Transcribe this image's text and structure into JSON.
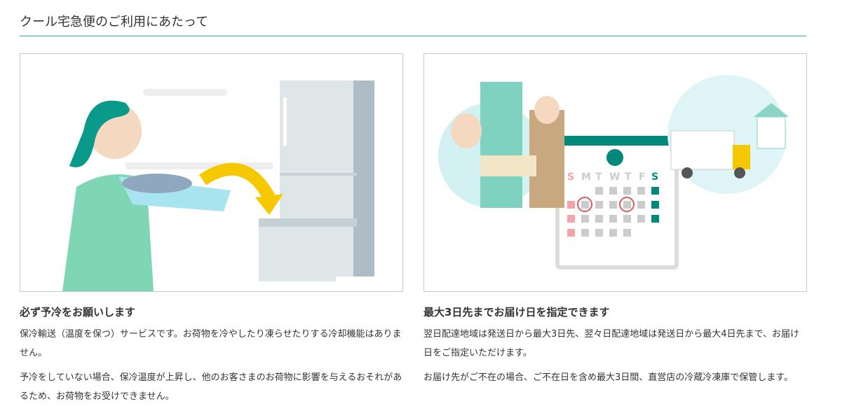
{
  "title": "クール宅急便のご利用にあたって",
  "colors": {
    "accent": "#1fb5a3",
    "teal": "#00897b",
    "text": "#333333"
  },
  "cards": [
    {
      "heading": "必ず予冷をお願いします",
      "paragraphs": [
        "保冷輸送（温度を保つ）サービスです。お荷物を冷やしたり凍らせたりする冷却機能はありません。",
        "予冷をしていない場合、保冷温度が上昇し、他のお客さまのお荷物に影響を与えるおそれがあるため、お荷物をお受けできません。"
      ]
    },
    {
      "heading": "最大3日先までお届け日を指定できます",
      "paragraphs": [
        "翌日配達地域は発送日から最大3日先、翌々日配達地域は発送日から最大4日先まで、お届け日をご指定いただけます。",
        "お届け先がご不在の場合、ご不在日を含め最大3日間、直営店の冷蔵冷凍庫で保管します。"
      ],
      "calendar_days": [
        "S",
        "M",
        "T",
        "W",
        "T",
        "F",
        "S"
      ]
    }
  ]
}
